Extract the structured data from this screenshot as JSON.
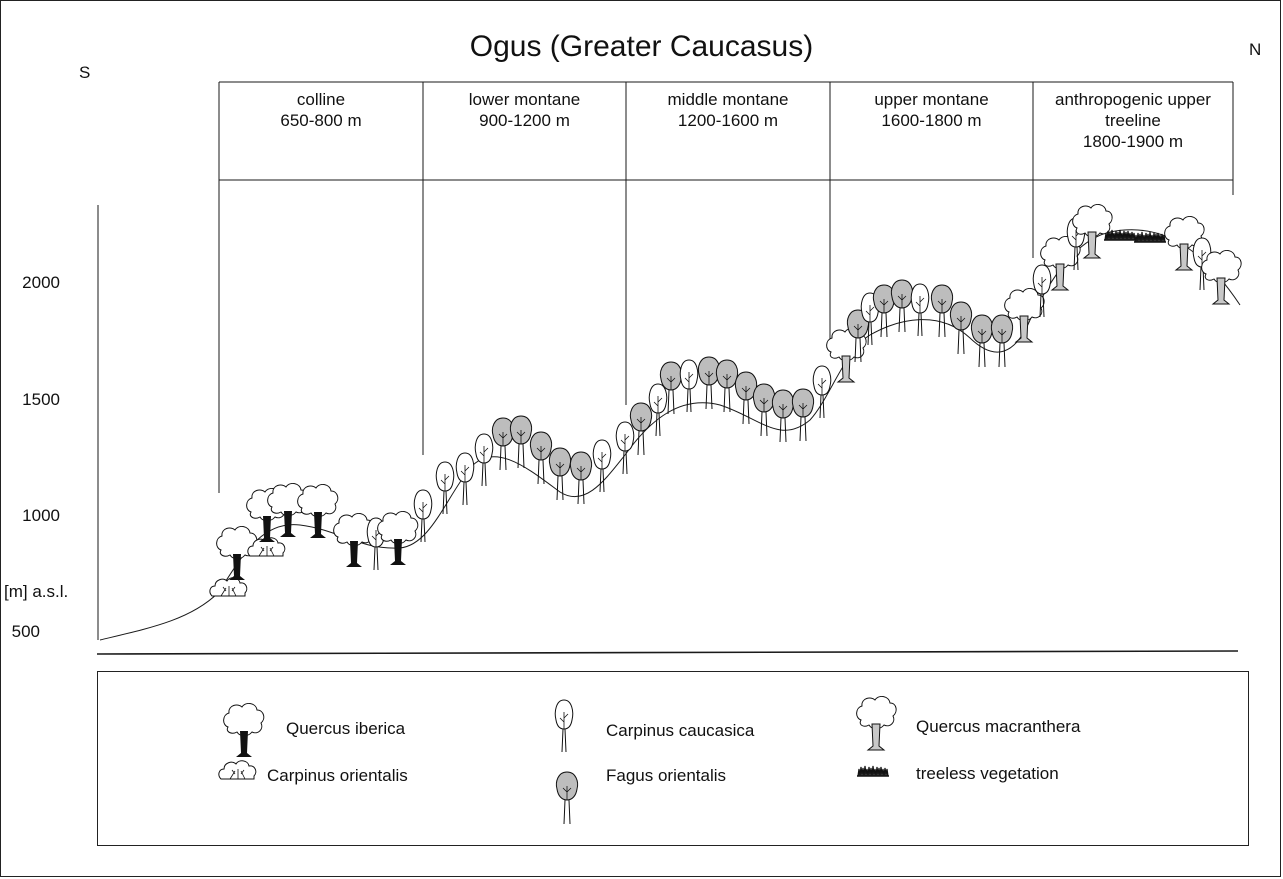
{
  "title": "Ogus (Greater Caucasus)",
  "compass": {
    "south": "S",
    "north": "N"
  },
  "zones": [
    {
      "name": "colline",
      "range": "650-800 m"
    },
    {
      "name": "lower montane",
      "range": "900-1200 m"
    },
    {
      "name": "middle montane",
      "range": "1200-1600 m"
    },
    {
      "name": "upper montane",
      "range": "1600-1800 m"
    },
    {
      "name": "anthropogenic upper treeline",
      "name_line1": "anthropogenic upper",
      "name_line2": "treeline",
      "range": "1800-1900 m"
    }
  ],
  "y_axis": {
    "unit_label": "[m] a.s.l.",
    "ticks": [
      "2000",
      "1500",
      "1000",
      "500"
    ]
  },
  "legend": [
    {
      "label": "Quercus iberica",
      "icon": "quercus-iberica-icon"
    },
    {
      "label": "Carpinus orientalis",
      "icon": "carpinus-orientalis-icon"
    },
    {
      "label": "Carpinus caucasica",
      "icon": "carpinus-caucasica-icon"
    },
    {
      "label": "Fagus orientalis",
      "icon": "fagus-orientalis-icon"
    },
    {
      "label": "Quercus macranthera",
      "icon": "quercus-macranthera-icon"
    },
    {
      "label": "treeless vegetation",
      "icon": "treeless-vegetation-icon"
    }
  ],
  "colors": {
    "line": "#1a1a1a",
    "oak_trunk": "#111111",
    "fagus_crown": "#bdbdbd",
    "macranthera_trunk": "#c8c8c8"
  }
}
